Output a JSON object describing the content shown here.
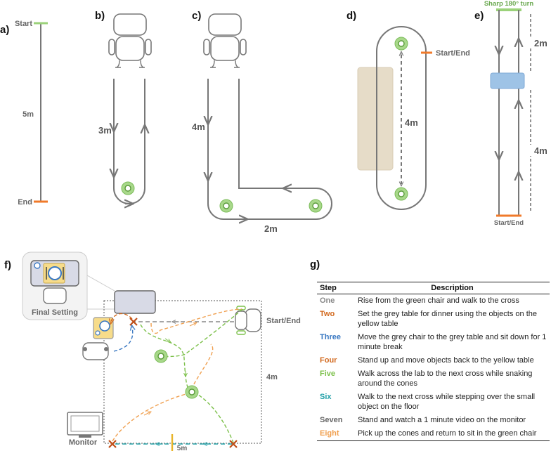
{
  "panels": {
    "a": {
      "letter": "a)",
      "start": "Start",
      "distance": "5m",
      "end": "End"
    },
    "b": {
      "letter": "b)",
      "distance": "3m"
    },
    "c": {
      "letter": "c)",
      "distance_v": "4m",
      "distance_h": "2m"
    },
    "d": {
      "letter": "d)",
      "start_end": "Start/End",
      "distance": "4m"
    },
    "e": {
      "letter": "e)",
      "turn": "Sharp 180° turn",
      "distance_top": "2m",
      "distance_bottom": "4m",
      "start_end": "Start/End"
    },
    "f": {
      "letter": "f)",
      "final_setting": "Final Setting",
      "start_end": "Start/End",
      "width": "5m",
      "height": "4m",
      "monitor": "Monitor"
    }
  },
  "table": {
    "letter": "g)",
    "headers": {
      "step": "Step",
      "description": "Description"
    },
    "rows": [
      {
        "step": "One",
        "description": "Rise from the green chair and walk to the cross",
        "color": "#888888"
      },
      {
        "step": "Two",
        "description": "Set the grey table for dinner using the objects on the yellow table",
        "color": "#d2691e"
      },
      {
        "step": "Three",
        "description": "Move the grey chair to the grey table and sit down for 1 minute break",
        "color": "#3a78c2"
      },
      {
        "step": "Four",
        "description": "Stand up and move objects back to the yellow table",
        "color": "#d2691e"
      },
      {
        "step": "Five",
        "description": "Walk across the lab to the next cross while snaking around the cones",
        "color": "#7cc04a"
      },
      {
        "step": "Six",
        "description": "Walk to the next cross while stepping over the small object on the floor",
        "color": "#22a0a8"
      },
      {
        "step": "Seven",
        "description": "Stand and watch a 1 minute video on the monitor",
        "color": "#666666"
      },
      {
        "step": "Eight",
        "description": "Pick up the cones and return to sit in the green chair",
        "color": "#f0a050"
      }
    ]
  },
  "colors": {
    "path": "#777777",
    "start_green": "#9bd27a",
    "end_orange": "#f07a2a",
    "cone_fill": "#a8d88a",
    "cone_ring": "#5a9a3a",
    "table_tan": "#e6dcc8",
    "obstacle_blue": "#9ec3e6",
    "grey_table": "#d8dae6",
    "yellow_table": "#f7dc8a",
    "cross": "#c0501a"
  }
}
